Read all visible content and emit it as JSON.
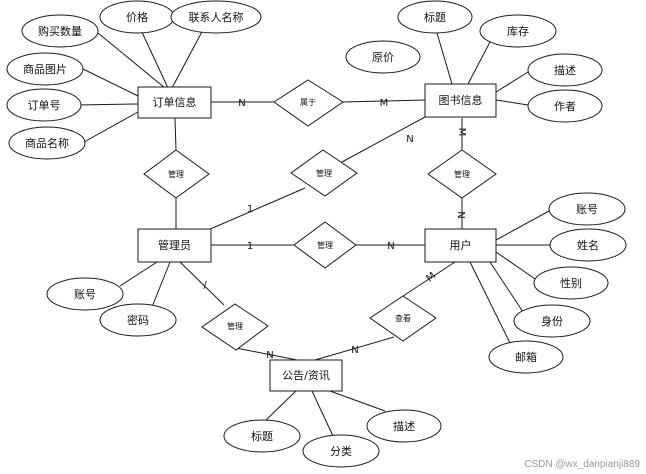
{
  "entities": {
    "order": "订单信息",
    "book": "图书信息",
    "admin": "管理员",
    "user": "用户",
    "notice": "公告/资讯"
  },
  "attributes": {
    "order_qty": "购买数量",
    "order_price": "价格",
    "order_contact": "联系人名称",
    "order_image": "商品图片",
    "order_no": "订单号",
    "order_name": "商品名称",
    "book_title": "标题",
    "book_stock": "库存",
    "book_origprice": "原价",
    "book_desc": "描述",
    "book_author": "作者",
    "admin_account": "账号",
    "admin_password": "密码",
    "user_account": "账号",
    "user_name": "姓名",
    "user_gender": "性别",
    "user_id": "身份",
    "user_email": "邮箱",
    "notice_title": "标题",
    "notice_category": "分类",
    "notice_desc": "描述"
  },
  "relationships": {
    "belongs": "属于",
    "manage_order": "管理",
    "admin_book": "管理",
    "manage_book_user": "管理",
    "manage_user": "管理",
    "manage_notice": "管理",
    "view_notice": "查看"
  },
  "cardinalities": {
    "order_belongs": "N",
    "belongs_book": "M",
    "admin_bookrel": "1",
    "bookrel_book": "N",
    "book_rel3": "M",
    "rel3_user": "N",
    "admin_rel4": "1",
    "rel4_user": "N",
    "admin_rel5": "/",
    "rel5_notice": "N",
    "rel6_notice": "N",
    "user_rel6": "M"
  },
  "watermark": "CSDN @wx_danpianji889"
}
